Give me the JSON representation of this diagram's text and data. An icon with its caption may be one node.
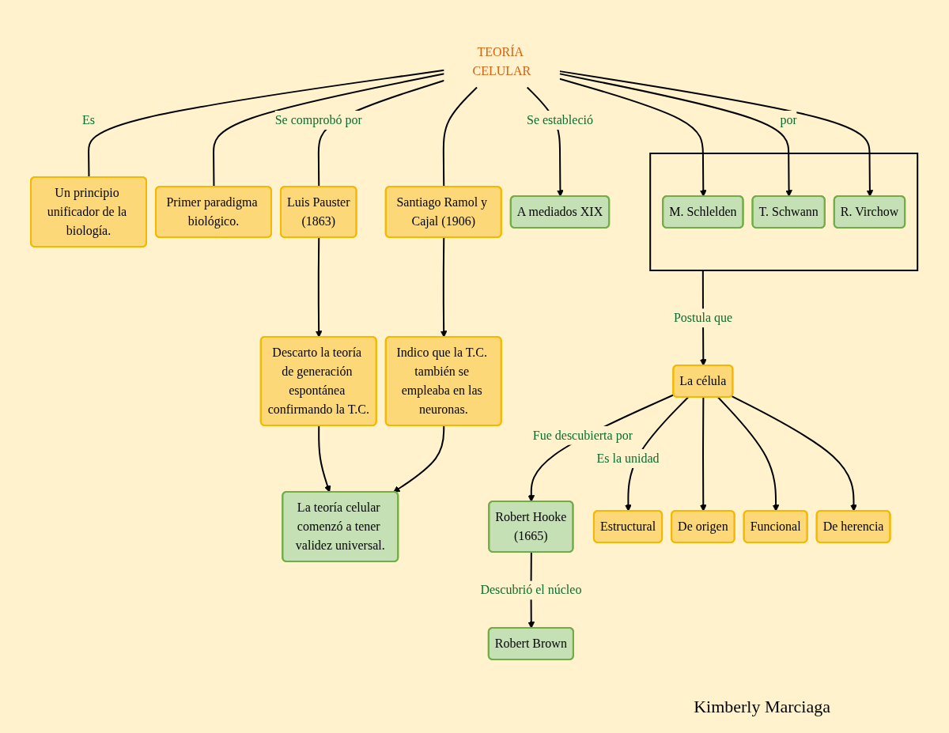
{
  "diagram": {
    "nodes": [
      {
        "text": [
          "TEORÍA CELULAR"
        ]
      },
      {
        "text": [
          "Un principio unificador de la biología."
        ]
      },
      {
        "text": [
          "Primer paradigma biológico."
        ]
      },
      {
        "text": [
          "A mediados XIX"
        ]
      },
      {
        "text": [
          "Luis Pauster",
          "(1863)"
        ]
      },
      {
        "text": [
          "Santiago Ramol y Cajal (1906)"
        ]
      },
      {
        "text": [],
        "shape": "box"
      },
      {
        "text": [
          "M. Schlelden"
        ],
        "in": 6
      },
      {
        "text": [
          "T. Schwann"
        ],
        "in": 6
      },
      {
        "text": [
          "R. Virchow"
        ],
        "in": 6
      },
      {
        "text": [
          "Descarto la teoría de generación espontánea confirmando la T.C."
        ]
      },
      {
        "text": [
          "Indico que la T.C. también se empleaba en las neuronas."
        ]
      },
      {
        "text": [
          "La célula"
        ]
      },
      {
        "text": [
          "Robert Hooke",
          "(1665)"
        ]
      },
      {
        "text": [
          "La teoría celular comenzó a tener validez universal."
        ]
      },
      {
        "text": [
          "Robert Brown"
        ]
      },
      {
        "text": [
          "Estructural"
        ]
      },
      {
        "text": [
          "De origen"
        ]
      },
      {
        "text": [
          "Funcional"
        ]
      },
      {
        "text": [
          "De herencia"
        ]
      }
    ],
    "edges": [
      {
        "from": 0,
        "to": 1,
        "arrow": "none",
        "label": "Es"
      },
      {
        "from": 0,
        "to": 2,
        "arrow": "none"
      },
      {
        "from": 0,
        "to": 4,
        "arrow": "none",
        "label": "Se comprobó por"
      },
      {
        "from": 0,
        "to": 5,
        "arrow": "none"
      },
      {
        "from": 0,
        "to": 3,
        "arrow": "to",
        "label": "Se estableció"
      },
      {
        "from": 0,
        "to": 7,
        "arrow": "to"
      },
      {
        "from": 0,
        "to": 8,
        "arrow": "to",
        "label": "por"
      },
      {
        "from": 0,
        "to": 9,
        "arrow": "to"
      },
      {
        "from": 4,
        "to": 10,
        "arrow": "to"
      },
      {
        "from": 5,
        "to": 11,
        "arrow": "to"
      },
      {
        "from": 10,
        "to": 14,
        "arrow": "to"
      },
      {
        "from": 11,
        "to": 14,
        "arrow": "to"
      },
      {
        "from": 6,
        "to": 12,
        "arrow": "to",
        "label": "Postula que"
      },
      {
        "from": 12,
        "to": 13,
        "arrow": "to",
        "label": "Fue descubierta por"
      },
      {
        "from": 13,
        "to": 15,
        "arrow": "to",
        "label": "Descubrió el núcleo"
      },
      {
        "from": 12,
        "to": 16,
        "arrow": "to",
        "label": "Es la unidad"
      },
      {
        "from": 12,
        "to": 17,
        "arrow": "to"
      },
      {
        "from": 12,
        "to": 18,
        "arrow": "to"
      },
      {
        "from": 12,
        "to": 19,
        "arrow": "to"
      }
    ],
    "labels": [
      "Kimberly Marciaga"
    ]
  }
}
